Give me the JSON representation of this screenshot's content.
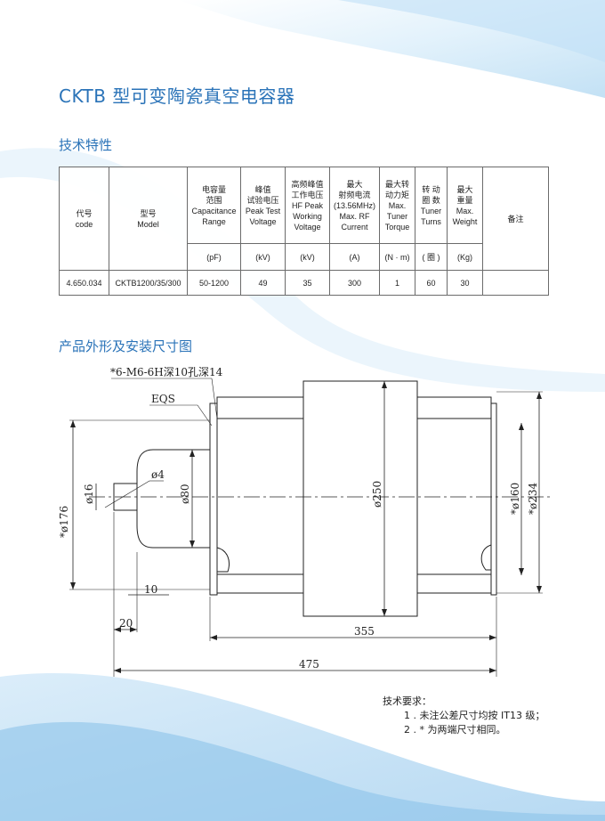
{
  "title": "CKTB 型可变陶瓷真空电容器",
  "spec_heading": "技术特性",
  "dim_heading": "产品外形及安装尺寸图",
  "table": {
    "headers": [
      {
        "key": "code",
        "lines": [
          "代号",
          "code"
        ]
      },
      {
        "key": "model",
        "lines": [
          "型号",
          "Model"
        ]
      },
      {
        "key": "capacitance",
        "lines": [
          "电容量",
          "范围",
          "Capacitance",
          "Range"
        ]
      },
      {
        "key": "peak_test",
        "lines": [
          "峰值",
          "试验电压",
          "Peak Test",
          "Voltage"
        ]
      },
      {
        "key": "hf_peak",
        "lines": [
          "高频峰值",
          "工作电压",
          "HF Peak",
          "Working",
          "Voltage"
        ]
      },
      {
        "key": "rf_current",
        "lines": [
          "最大",
          "射频电流",
          "(13.56MHz)",
          "Max. RF",
          "Current"
        ]
      },
      {
        "key": "torque",
        "lines": [
          "最大转",
          "动力矩",
          "Max.",
          "Tuner",
          "Torque"
        ]
      },
      {
        "key": "turns",
        "lines": [
          "转 动",
          "圈 数",
          "Tuner",
          "Turns"
        ]
      },
      {
        "key": "weight",
        "lines": [
          "最大",
          "重量",
          "Max.",
          "Weight"
        ]
      },
      {
        "key": "remark",
        "lines": [
          "备注"
        ]
      }
    ],
    "units": [
      "(pF)",
      "(kV)",
      "(kV)",
      "(A)",
      "(N · m)",
      "( 圈 )",
      "(Kg)",
      ""
    ],
    "rows": [
      [
        "4.650.034",
        "CKTB1200/35/300",
        "50-1200",
        "49",
        "35",
        "300",
        "1",
        "60",
        "30",
        ""
      ]
    ]
  },
  "drawing": {
    "labels": {
      "thread_note": "*6-M6-6H深10孔深14",
      "eqs": "EQS",
      "d176": "*ø176",
      "d16": "ø16",
      "d4": "ø4",
      "d80": "ø80",
      "d250": "ø250",
      "d160": "*ø160",
      "d234": "*ø234",
      "dim10": "10",
      "dim20": "20",
      "dim355": "355",
      "dim475": "475"
    }
  },
  "notes": {
    "heading": "技术要求：",
    "items": [
      "1 . 未注公差尺寸均按 IT13 级；",
      "2 . * 为两端尺寸相同。"
    ]
  },
  "colors": {
    "accent": "#2a73b8",
    "wave": "#cfe6f7"
  }
}
